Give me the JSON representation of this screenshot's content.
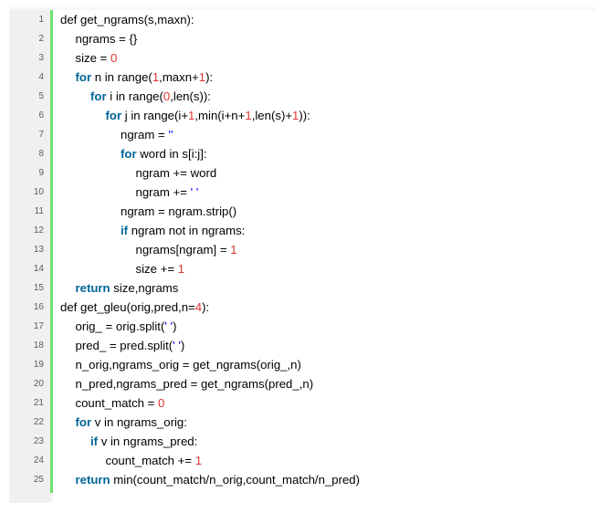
{
  "colors": {
    "keyword": "#006699",
    "number": "#dd3333",
    "string": "#0000ff",
    "text": "#000000",
    "line_number": "#5c5c5c",
    "gutter_bg": "#f0f0f0",
    "gutter_border": "#6ce26c",
    "code_bg": "#ffffff",
    "frame_bg": "#f7f7f7"
  },
  "code_lines": [
    {
      "n": "1",
      "indent": 0,
      "tokens": [
        {
          "t": "def get_ngrams(s,maxn):",
          "c": "pl"
        }
      ]
    },
    {
      "n": "2",
      "indent": 1,
      "tokens": [
        {
          "t": "ngrams = {}",
          "c": "pl"
        }
      ]
    },
    {
      "n": "3",
      "indent": 1,
      "tokens": [
        {
          "t": "size = ",
          "c": "pl"
        },
        {
          "t": "0",
          "c": "num"
        }
      ]
    },
    {
      "n": "4",
      "indent": 1,
      "tokens": [
        {
          "t": "for",
          "c": "kw"
        },
        {
          "t": " n in range(",
          "c": "pl"
        },
        {
          "t": "1",
          "c": "num"
        },
        {
          "t": ",maxn+",
          "c": "pl"
        },
        {
          "t": "1",
          "c": "num"
        },
        {
          "t": "):",
          "c": "pl"
        }
      ]
    },
    {
      "n": "5",
      "indent": 2,
      "tokens": [
        {
          "t": "for",
          "c": "kw"
        },
        {
          "t": " i in range(",
          "c": "pl"
        },
        {
          "t": "0",
          "c": "num"
        },
        {
          "t": ",len(s)):",
          "c": "pl"
        }
      ]
    },
    {
      "n": "6",
      "indent": 3,
      "tokens": [
        {
          "t": "for",
          "c": "kw"
        },
        {
          "t": " j in range(i+",
          "c": "pl"
        },
        {
          "t": "1",
          "c": "num"
        },
        {
          "t": ",min(i+n+",
          "c": "pl"
        },
        {
          "t": "1",
          "c": "num"
        },
        {
          "t": ",len(s)+",
          "c": "pl"
        },
        {
          "t": "1",
          "c": "num"
        },
        {
          "t": ")):",
          "c": "pl"
        }
      ]
    },
    {
      "n": "7",
      "indent": 4,
      "tokens": [
        {
          "t": "ngram = ",
          "c": "pl"
        },
        {
          "t": "''",
          "c": "str"
        }
      ]
    },
    {
      "n": "8",
      "indent": 4,
      "tokens": [
        {
          "t": "for",
          "c": "kw"
        },
        {
          "t": " word in s[i:j]:",
          "c": "pl"
        }
      ]
    },
    {
      "n": "9",
      "indent": 5,
      "tokens": [
        {
          "t": "ngram += word",
          "c": "pl"
        }
      ]
    },
    {
      "n": "10",
      "indent": 5,
      "tokens": [
        {
          "t": "ngram += ",
          "c": "pl"
        },
        {
          "t": "' '",
          "c": "str"
        }
      ]
    },
    {
      "n": "11",
      "indent": 4,
      "tokens": [
        {
          "t": "ngram = ngram.strip()",
          "c": "pl"
        }
      ]
    },
    {
      "n": "12",
      "indent": 4,
      "tokens": [
        {
          "t": "if",
          "c": "kw"
        },
        {
          "t": " ngram not in ngrams:",
          "c": "pl"
        }
      ]
    },
    {
      "n": "13",
      "indent": 5,
      "tokens": [
        {
          "t": "ngrams[ngram] = ",
          "c": "pl"
        },
        {
          "t": "1",
          "c": "num"
        }
      ]
    },
    {
      "n": "14",
      "indent": 5,
      "tokens": [
        {
          "t": "size += ",
          "c": "pl"
        },
        {
          "t": "1",
          "c": "num"
        }
      ]
    },
    {
      "n": "15",
      "indent": 1,
      "tokens": [
        {
          "t": "return",
          "c": "kw"
        },
        {
          "t": " size,ngrams",
          "c": "pl"
        }
      ]
    },
    {
      "n": "16",
      "indent": 0,
      "tokens": [
        {
          "t": "def get_gleu(orig,pred,n=",
          "c": "pl"
        },
        {
          "t": "4",
          "c": "num"
        },
        {
          "t": "):",
          "c": "pl"
        }
      ]
    },
    {
      "n": "17",
      "indent": 1,
      "tokens": [
        {
          "t": "orig_ = orig.split(",
          "c": "pl"
        },
        {
          "t": "' '",
          "c": "str"
        },
        {
          "t": ")",
          "c": "pl"
        }
      ]
    },
    {
      "n": "18",
      "indent": 1,
      "tokens": [
        {
          "t": "pred_ = pred.split(",
          "c": "pl"
        },
        {
          "t": "' '",
          "c": "str"
        },
        {
          "t": ")",
          "c": "pl"
        }
      ]
    },
    {
      "n": "19",
      "indent": 1,
      "tokens": [
        {
          "t": "n_orig,ngrams_orig = get_ngrams(orig_,n)",
          "c": "pl"
        }
      ]
    },
    {
      "n": "20",
      "indent": 1,
      "tokens": [
        {
          "t": "n_pred,ngrams_pred = get_ngrams(pred_,n)",
          "c": "pl"
        }
      ]
    },
    {
      "n": "21",
      "indent": 1,
      "tokens": [
        {
          "t": "count_match = ",
          "c": "pl"
        },
        {
          "t": "0",
          "c": "num"
        }
      ]
    },
    {
      "n": "22",
      "indent": 1,
      "tokens": [
        {
          "t": "for",
          "c": "kw"
        },
        {
          "t": " v in ngrams_orig:",
          "c": "pl"
        }
      ]
    },
    {
      "n": "23",
      "indent": 2,
      "tokens": [
        {
          "t": "if",
          "c": "kw"
        },
        {
          "t": " v in ngrams_pred:",
          "c": "pl"
        }
      ]
    },
    {
      "n": "24",
      "indent": 3,
      "tokens": [
        {
          "t": "count_match += ",
          "c": "pl"
        },
        {
          "t": "1",
          "c": "num"
        }
      ]
    },
    {
      "n": "25",
      "indent": 1,
      "tokens": [
        {
          "t": "return",
          "c": "kw"
        },
        {
          "t": " min(count_match/n_orig,count_match/n_pred)",
          "c": "pl"
        }
      ]
    }
  ]
}
